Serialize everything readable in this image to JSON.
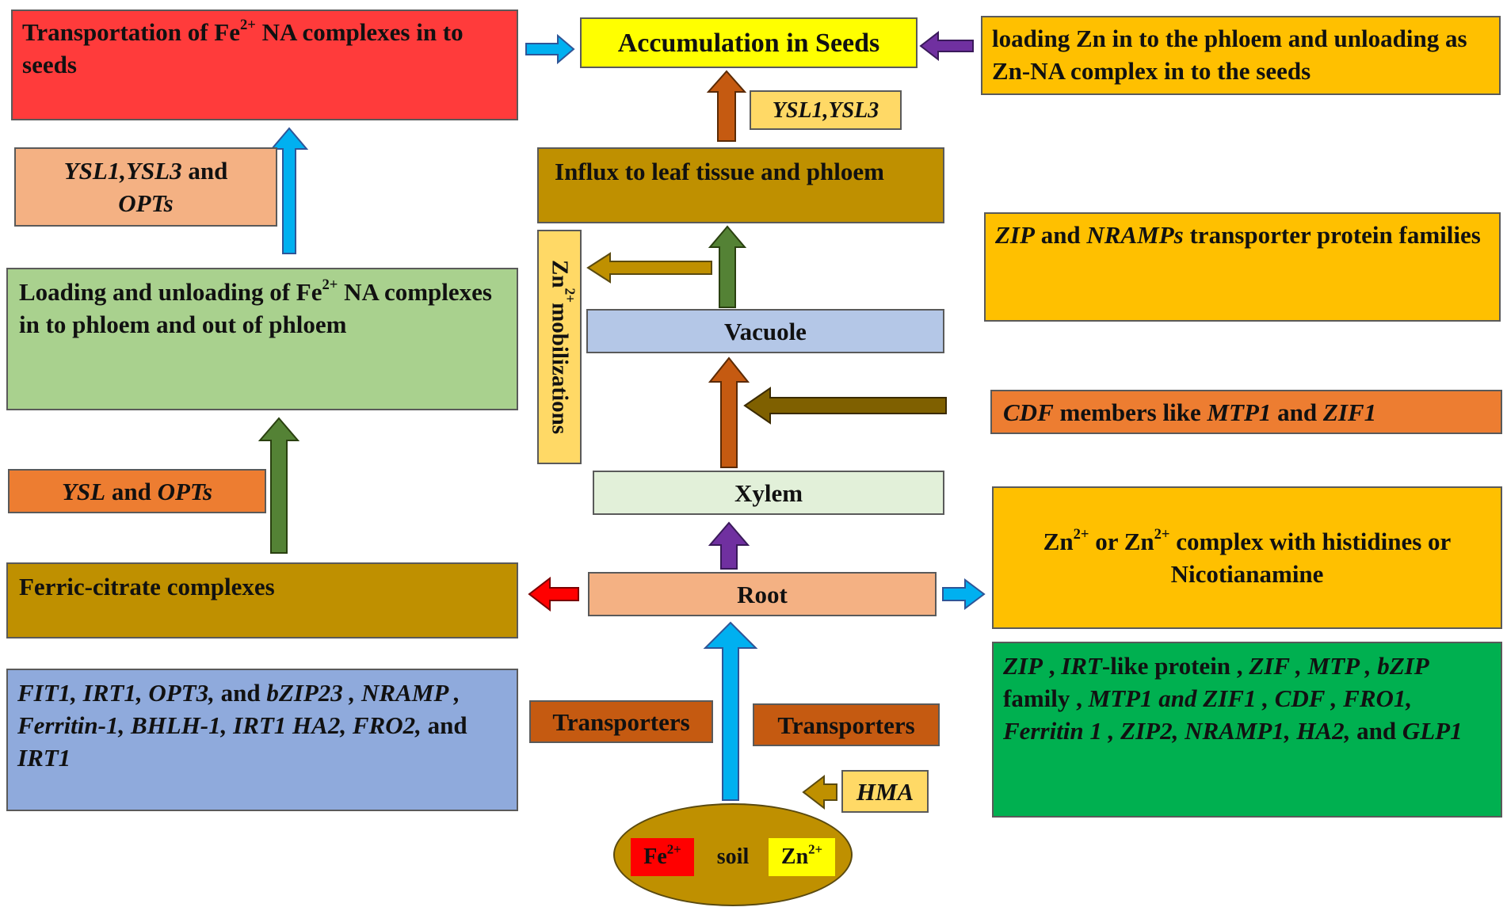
{
  "boxes": {
    "transport_seeds": {
      "pre": "Transportation of Fe",
      "sup": "2+",
      "post": " NA complexes in to seeds"
    },
    "accumulation": "Accumulation in Seeds",
    "loading_zn": "loading Zn in to the phloem and unloading as Zn-NA complex in to the seeds",
    "ysl_top": {
      "gene": "YSL1,YSL3"
    },
    "ysl_opts_left": {
      "g1": "YSL1,YSL3",
      "mid": " and ",
      "g2": "OPTs"
    },
    "influx": "Influx to leaf tissue and phloem",
    "zip_nramps": {
      "g1": "ZIP",
      "mid": " and ",
      "g2": "NRAMPs",
      "post": " transporter protein families"
    },
    "zn_mobilization": {
      "pre": "Zn",
      "sup": "2+",
      "post": "mobilizations"
    },
    "loading_unloading": {
      "pre": "Loading and unloading of Fe",
      "sup": "2+",
      "post": " NA complexes in to phloem and out of phloem"
    },
    "vacuole": "Vacuole",
    "cdf": {
      "g1": "CDF",
      "mid": " members like ",
      "g2": "MTP1",
      "and": " and ",
      "g3": "ZIF1"
    },
    "xylem": "Xylem",
    "ysl_opts": {
      "g1": "YSL",
      "mid": " and ",
      "g2": "OPTs"
    },
    "zn_complex": {
      "a": "Zn",
      "sup1": "2+",
      "b": " or Zn",
      "sup2": "2+",
      "c": " complex with histidines or Nicotianamine"
    },
    "ferric": "Ferric-citrate complexes",
    "root": "Root",
    "fe_genes": {
      "g1": "FIT1, IRT1, OPT3,",
      "mid": " and ",
      "g2": "bZIP23 , NRAMP , Ferritin-1, BHLH-1, IRT1 HA2, FRO2,",
      "and": " and ",
      "g3": "IRT1"
    },
    "transporters_left": "Transporters",
    "transporters_right": "Transporters",
    "zn_genes": {
      "g1": "ZIP",
      "t1": " , ",
      "g2": "IRT",
      "t2": "-like protein , ",
      "g3": "ZIF , MTP , bZIP",
      "t3": " family , ",
      "g4": "MTP1 and ZIF1 , CDF , FRO1, Ferritin 1 , ZIP2, NRAMP1, HA2,",
      "t4": " and ",
      "g5": "GLP1"
    },
    "hma": "HMA"
  },
  "soil": {
    "label": "soil",
    "fe": {
      "pre": "Fe",
      "sup": "2+"
    },
    "zn": {
      "pre": "Zn",
      "sup": "2+"
    }
  },
  "colors": {
    "red": "#ff3b3b",
    "yellow": "#ffff00",
    "orange": "#ffc000",
    "peach": "#f4b183",
    "olive": "#bf9000",
    "light_yellow": "#ffd966",
    "green_light": "#a9d18e",
    "blue_light": "#b4c7e7",
    "dark_orange": "#ed7d31",
    "mint": "#e2f0d9",
    "brown": "#c55a11",
    "periwinkle": "#8faadc",
    "green": "#00b050",
    "arrow_blue": "#00b0f0",
    "arrow_green": "#548235",
    "arrow_purple": "#7030a0",
    "arrow_brown": "#c55a11",
    "arrow_olive": "#7f6000",
    "arrow_red": "#ff0000"
  }
}
